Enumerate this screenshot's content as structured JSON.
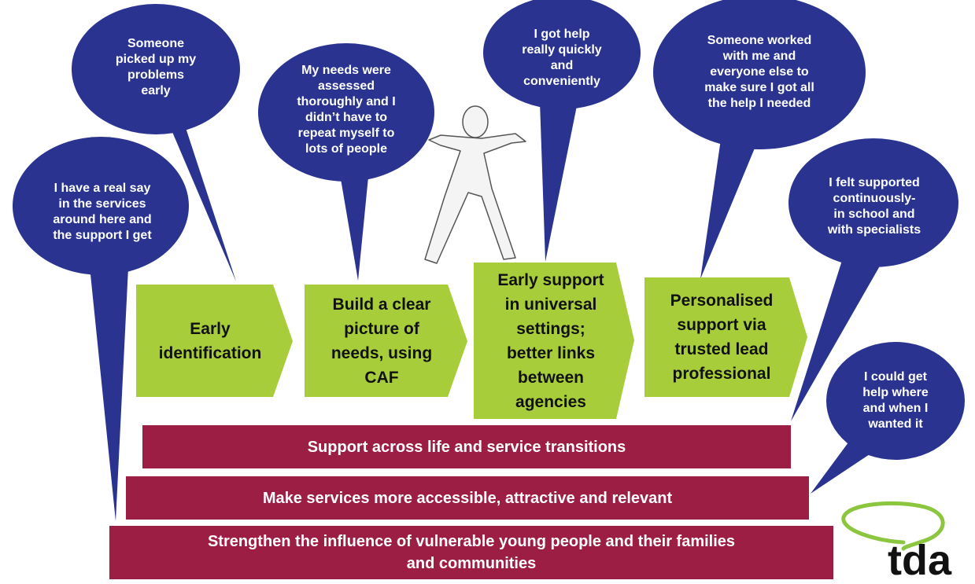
{
  "colors": {
    "bubble": "#2a3490",
    "arrow": "#a7ce3a",
    "bar": "#9d1e45",
    "logo_swoosh": "#8cc63f"
  },
  "bubbles": [
    {
      "id": "early-problems",
      "text": "Someone\npicked up my\nproblems\nearly"
    },
    {
      "id": "needs-assessed",
      "text": "My needs were\nassessed\nthoroughly and I\ndidn’t have to\nrepeat myself to\nlots of people"
    },
    {
      "id": "quick-help",
      "text": "I got help\nreally quickly\nand\nconveniently"
    },
    {
      "id": "worked-with-me",
      "text": "Someone worked\nwith me and\neveryone else to\nmake sure I got all\nthe help I needed"
    },
    {
      "id": "real-say",
      "text": "I have a real say\nin the services\naround here and\nthe support I get"
    },
    {
      "id": "felt-supported",
      "text": "I felt supported\ncontinuously-\nin school and\nwith specialists"
    },
    {
      "id": "help-where-when",
      "text": "I could get\nhelp where\nand when I\nwanted it"
    }
  ],
  "arrows": [
    {
      "id": "early-identification",
      "text": "Early\nidentification"
    },
    {
      "id": "build-clear-picture",
      "text": "Build a clear\npicture of\nneeds, using\nCAF"
    },
    {
      "id": "early-support",
      "text": "Early support\nin universal\nsettings;\nbetter links\nbetween\nagencies"
    },
    {
      "id": "personalised-support",
      "text": "Personalised\nsupport via\ntrusted lead\nprofessional"
    }
  ],
  "bars": [
    {
      "id": "transitions",
      "text": "Support across life and service transitions"
    },
    {
      "id": "accessible",
      "text": "Make services more accessible, attractive and relevant"
    },
    {
      "id": "influence",
      "text": "Strengthen the influence of vulnerable young people and their families\nand communities"
    }
  ],
  "logo": {
    "text": "tda"
  }
}
